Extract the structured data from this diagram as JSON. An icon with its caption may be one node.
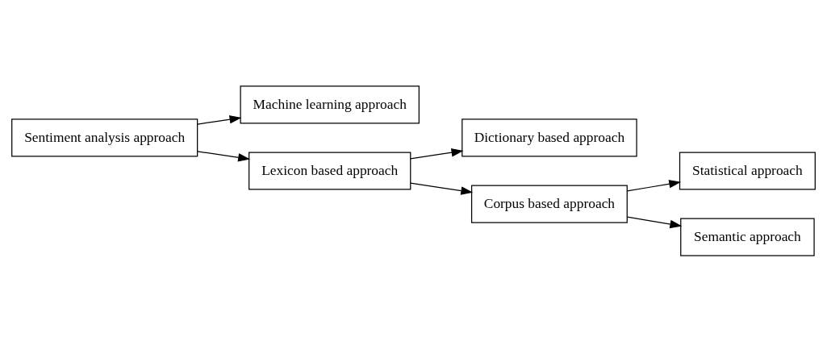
{
  "diagram": {
    "nodes": [
      {
        "text": [
          "Sentiment analysis approach"
        ]
      },
      {
        "text": [
          "Machine learning approach"
        ]
      },
      {
        "text": [
          "Lexicon based approach"
        ]
      },
      {
        "text": [
          "Dictionary based approach"
        ]
      },
      {
        "text": [
          "Corpus based approach"
        ]
      },
      {
        "text": [
          "Statistical approach"
        ]
      },
      {
        "text": [
          "Semantic approach"
        ]
      }
    ],
    "edges": [
      {
        "from": 0,
        "to": 1,
        "arrow": "to"
      },
      {
        "from": 0,
        "to": 2,
        "arrow": "to"
      },
      {
        "from": 2,
        "to": 3,
        "arrow": "to"
      },
      {
        "from": 2,
        "to": 4,
        "arrow": "to"
      },
      {
        "from": 4,
        "to": 5,
        "arrow": "to"
      },
      {
        "from": 4,
        "to": 6,
        "arrow": "to"
      }
    ]
  }
}
